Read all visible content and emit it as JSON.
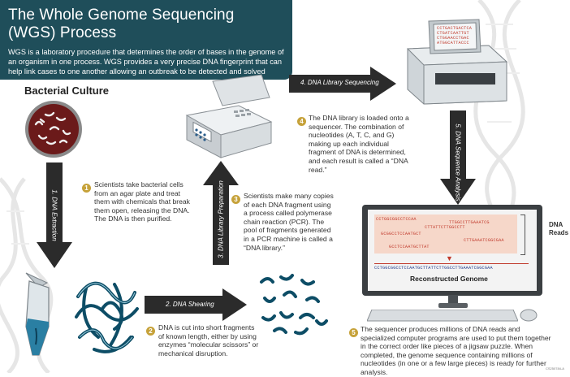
{
  "header": {
    "title": "The Whole Genome Sequencing (WGS) Process",
    "description": "WGS is a laboratory procedure that determines the order of bases in the genome of an organism in one process. WGS provides a very precise DNA fingerprint that can help link cases to one another allowing an outbreak to be detected and solved sooner."
  },
  "culture": {
    "label": "Bacterial Culture"
  },
  "arrows": {
    "extraction": "1. DNA Extraction",
    "shearing": "2. DNA Shearing",
    "library_prep": "3. DNA Library Preparation",
    "library_seq": "4. DNA Library Sequencing",
    "analysis": "5. DNA Sequence Analysis"
  },
  "steps": [
    {
      "number": "1",
      "text": "Scientists take bacterial cells from an agar plate and treat them with chemicals that break them open, releasing the DNA. The DNA is then purified."
    },
    {
      "number": "2",
      "text": "DNA is cut into short fragments of known length, either by using enzymes “molecular scissors” or mechanical disruption."
    },
    {
      "number": "3",
      "text": "Scientists make many copies of each DNA fragment using a process called polymerase chain reaction (PCR). The pool of fragments generated in a PCR machine is called a “DNA library.”"
    },
    {
      "number": "4",
      "text": "The DNA library is loaded onto a sequencer. The combination of nucleotides (A, T, C, and G) making up each individual fragment of DNA is determined, and each result is called a “DNA read.”"
    },
    {
      "number": "5",
      "text": "The sequencer produces millions of DNA reads and specialized computer programs are used to put them together in the correct order like pieces of a jigsaw puzzle. When completed, the genome sequence containing millions of nucleotides (in one or a few large pieces) is ready for further analysis."
    }
  ],
  "sequencer_screen": [
    "CCTGACTGACTCA",
    "CTGATCAATTGT",
    "CTGGAACCTGAC",
    "ATGGCATTACCC"
  ],
  "monitor": {
    "reads": [
      "CCTGGCGGCCTCCAA",
      "TTGGCCTTGAAATCG",
      "CTTATTCTTGGCCTT",
      "GCGGCCTCCAATGCT",
      "CTTGAAATCGGCGAA",
      "GCCTCCAATGCTTAT"
    ],
    "reads_label": "DNA Reads",
    "full_sequence": "CCTGGCGGCCTCCAATGCTTATTCTTGGCCTTGAAATCGGCGAA",
    "reconstructed_label": "Reconstructed Genome"
  },
  "credit": "CS250784-A"
}
